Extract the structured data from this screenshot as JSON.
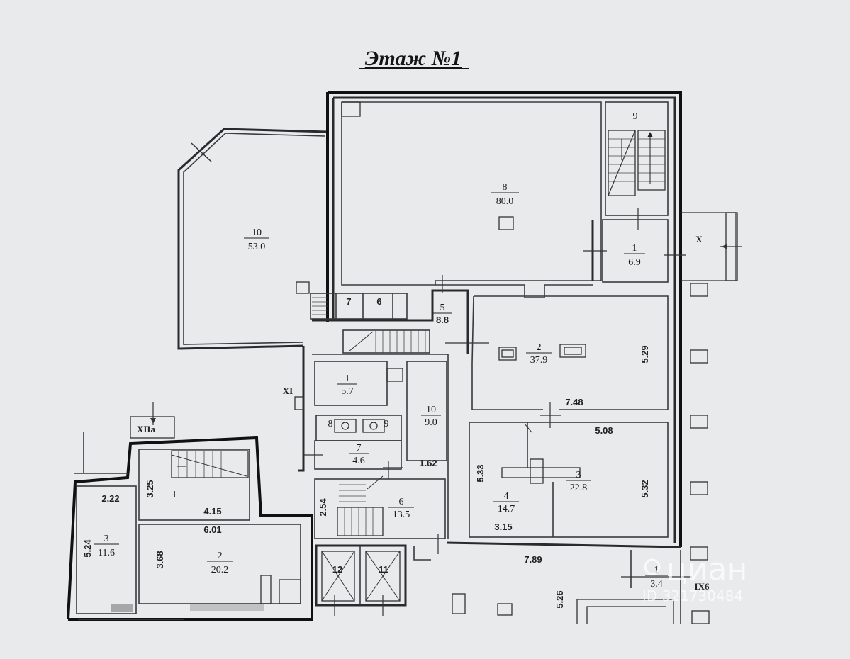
{
  "title": "Этаж №1",
  "rooms": {
    "r10_big": {
      "num": "10",
      "area": "53.0"
    },
    "r8": {
      "num": "8",
      "area": "80.0"
    },
    "r9_stair": {
      "num": "9"
    },
    "r1_top": {
      "num": "1",
      "area": "6.9"
    },
    "r7_small": {
      "num": "7"
    },
    "r6_small": {
      "num": "6"
    },
    "r5": {
      "num": "5",
      "area": "8.8"
    },
    "r2_mid": {
      "num": "2",
      "area": "37.9"
    },
    "r1_mid": {
      "num": "1",
      "area": "5.7"
    },
    "r10_mid": {
      "num": "10",
      "area": "9.0"
    },
    "r8_wc": {
      "num": "8"
    },
    "r9_wc": {
      "num": "9"
    },
    "r7_mid": {
      "num": "7",
      "area": "4.6"
    },
    "r6_stair": {
      "num": "6",
      "area": "13.5"
    },
    "r4": {
      "num": "4",
      "area": "14.7"
    },
    "r3_mid": {
      "num": "3",
      "area": "22.8"
    },
    "r1_left": {
      "num": "1"
    },
    "r3_left": {
      "num": "3",
      "area": "11.6"
    },
    "r2_left": {
      "num": "2",
      "area": "20.2"
    },
    "r12": {
      "num": "12"
    },
    "r11": {
      "num": "11"
    },
    "r1_bottom": {
      "num": "1",
      "area": "3.4"
    }
  },
  "dimensions": {
    "d529": "5.29",
    "d748": "7.48",
    "d508": "5.08",
    "d533": "5.33",
    "d532": "5.32",
    "d315": "3.15",
    "d162": "1.62",
    "d254": "2.54",
    "d789": "7.89",
    "d526": "5.26",
    "d222": "2.22",
    "d325": "3.25",
    "d415": "4.15",
    "d601": "6.01",
    "d524": "5.24",
    "d368": "3.68"
  },
  "markers": {
    "x": "X",
    "xi": "XI",
    "xiia": "XIIа",
    "ix6": "IX6"
  },
  "watermark": {
    "brand": "циан",
    "id": "ID 321730484"
  }
}
